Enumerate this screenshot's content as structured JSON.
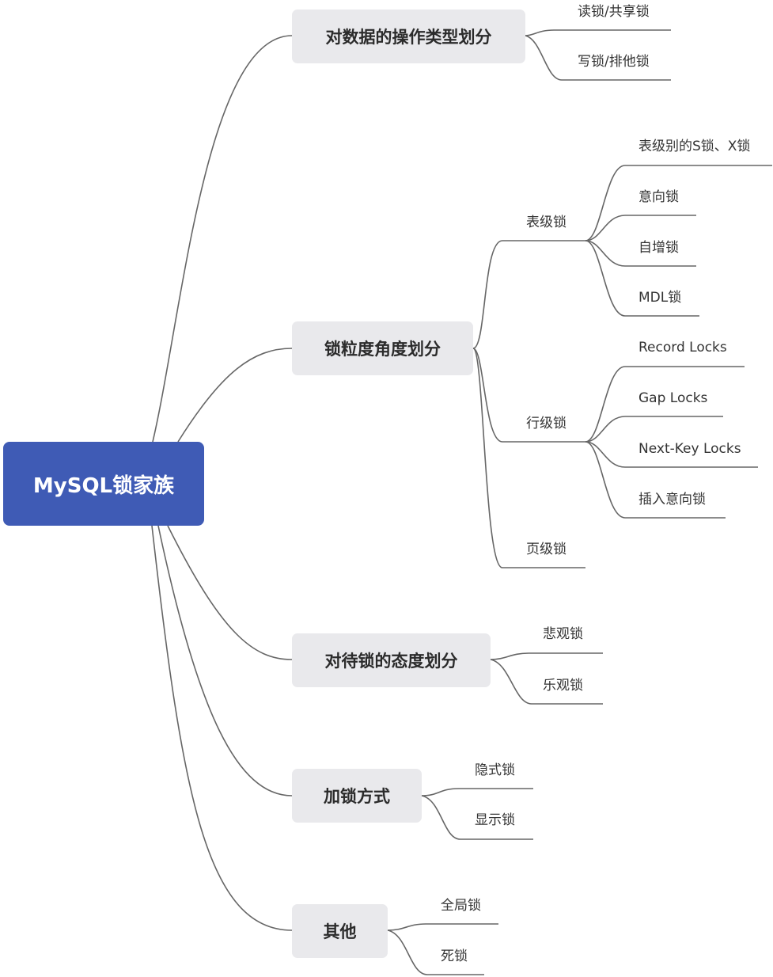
{
  "root": "MySQL锁家族",
  "branches": [
    {
      "label": "对数据的操作类型划分",
      "children": [
        {
          "label": "读锁/共享锁"
        },
        {
          "label": "写锁/排他锁"
        }
      ]
    },
    {
      "label": "锁粒度角度划分",
      "children": [
        {
          "label": "表级锁",
          "children": [
            "表级别的S锁、X锁",
            "意向锁",
            "自增锁",
            "MDL锁"
          ]
        },
        {
          "label": "行级锁",
          "children": [
            "Record Locks",
            "Gap Locks",
            "Next-Key Locks",
            "插入意向锁"
          ]
        },
        {
          "label": "页级锁"
        }
      ]
    },
    {
      "label": "对待锁的态度划分",
      "children": [
        {
          "label": "悲观锁"
        },
        {
          "label": "乐观锁"
        }
      ]
    },
    {
      "label": "加锁方式",
      "children": [
        {
          "label": "隐式锁"
        },
        {
          "label": "显示锁"
        }
      ]
    },
    {
      "label": "其他",
      "children": [
        {
          "label": "全局锁"
        },
        {
          "label": "死锁"
        }
      ]
    }
  ]
}
